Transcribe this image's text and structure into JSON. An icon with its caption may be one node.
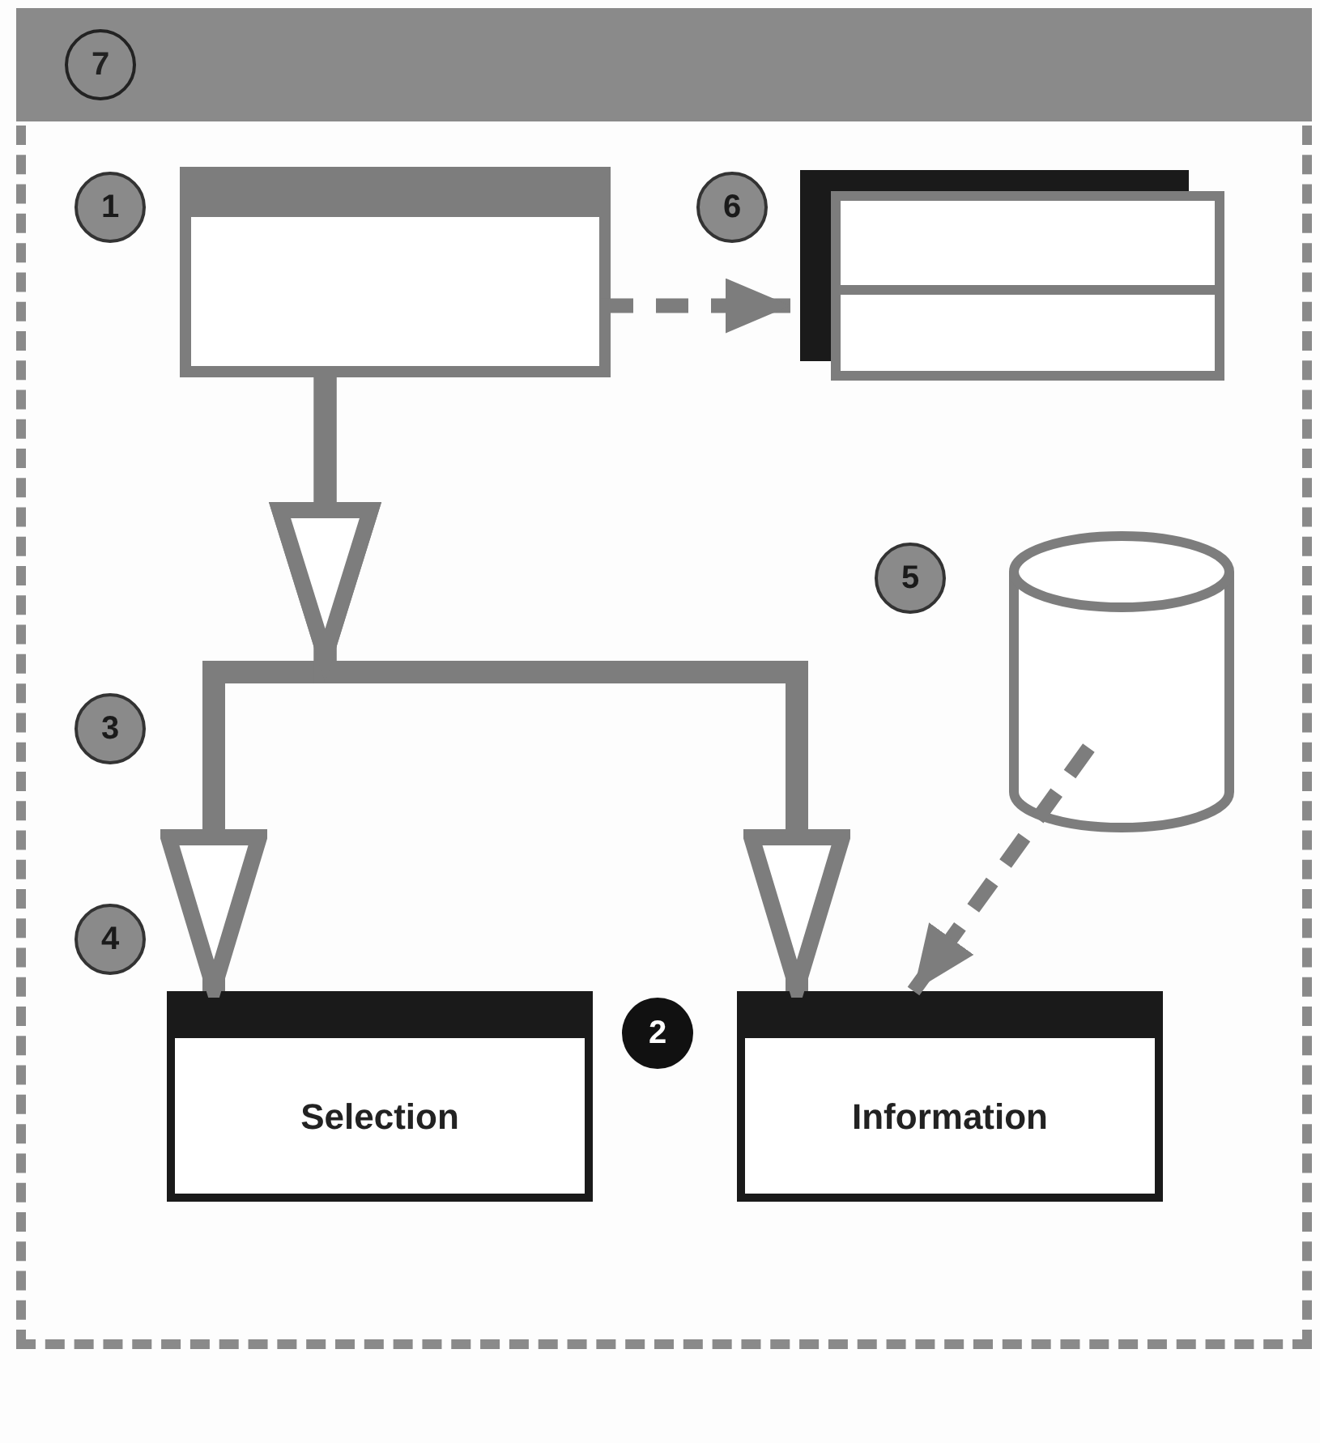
{
  "diagram": {
    "nodes": [
      {
        "text": [],
        "shape": "box"
      },
      {
        "text": [],
        "shape": "box",
        "in": 0
      },
      {
        "text": [],
        "shape": "box",
        "in": 0
      },
      {
        "text": [],
        "shape": "cylinder",
        "in": 0
      },
      {
        "text": [
          "Selection"
        ],
        "in": 0
      },
      {
        "text": [
          "Information"
        ],
        "in": 0
      }
    ],
    "edges": [
      {
        "from": 1,
        "to": 2,
        "arrow": "to",
        "style": "dashed"
      },
      {
        "from": 1,
        "to": 4,
        "arrow": "to"
      },
      {
        "from": 1,
        "to": 5,
        "arrow": "to"
      },
      {
        "from": 3,
        "to": 5,
        "arrow": "to",
        "style": "dashed"
      }
    ],
    "labels": [
      "7",
      "1",
      "6",
      "5",
      "3",
      "4",
      "2"
    ]
  }
}
